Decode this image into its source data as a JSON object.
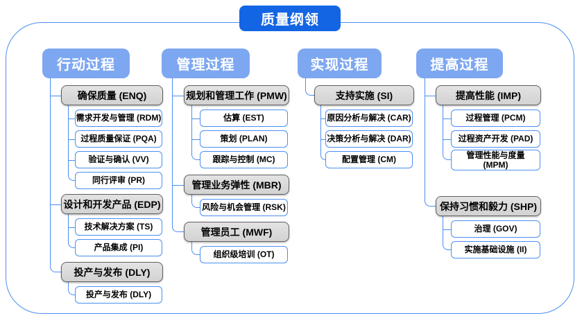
{
  "title": "质量纲领",
  "colors": {
    "title_bg": "#1365e4",
    "header_bg": "#7da7f0",
    "line_blue": "#4a8ef2",
    "gray_border": "#5f5f5f"
  },
  "columns": [
    {
      "header": "行动过程",
      "groups": [
        {
          "label": "确保质量 (ENQ)",
          "children": [
            "需求开发与管理 (RDM)",
            "过程质量保证 (PQA)",
            "验证与确认 (VV)",
            "同行评审 (PR)"
          ]
        },
        {
          "label": "设计和开发产品 (EDP)",
          "children": [
            "技术解决方案 (TS)",
            "产品集成 (PI)"
          ]
        },
        {
          "label": "投产与发布 (DLY)",
          "children": [
            "投产与发布 (DLY)"
          ]
        }
      ]
    },
    {
      "header": "管理过程",
      "groups": [
        {
          "label": "规划和管理工作 (PMW)",
          "children": [
            "估算 (EST)",
            "策划 (PLAN)",
            "跟踪与控制 (MC)"
          ]
        },
        {
          "label": "管理业务弹性 (MBR)",
          "children": [
            "风险与机会管理 (RSK)"
          ]
        },
        {
          "label": "管理员工 (MWF)",
          "children": [
            "组织级培训 (OT)"
          ]
        }
      ]
    },
    {
      "header": "实现过程",
      "groups": [
        {
          "label": "支持实施 (SI)",
          "children": [
            "原因分析与解决 (CAR)",
            "决策分析与解决 (DAR)",
            "配置管理 (CM)"
          ]
        }
      ]
    },
    {
      "header": "提高过程",
      "groups": [
        {
          "label": "提高性能 (IMP)",
          "children": [
            "过程管理 (PCM)",
            "过程资产开发 (PAD)",
            "管理性能与度量\n(MPM)"
          ]
        },
        {
          "label": "保持习惯和毅力 (SHP)",
          "children": [
            "治理 (GOV)",
            "实施基础设施 (II)"
          ]
        }
      ]
    }
  ]
}
